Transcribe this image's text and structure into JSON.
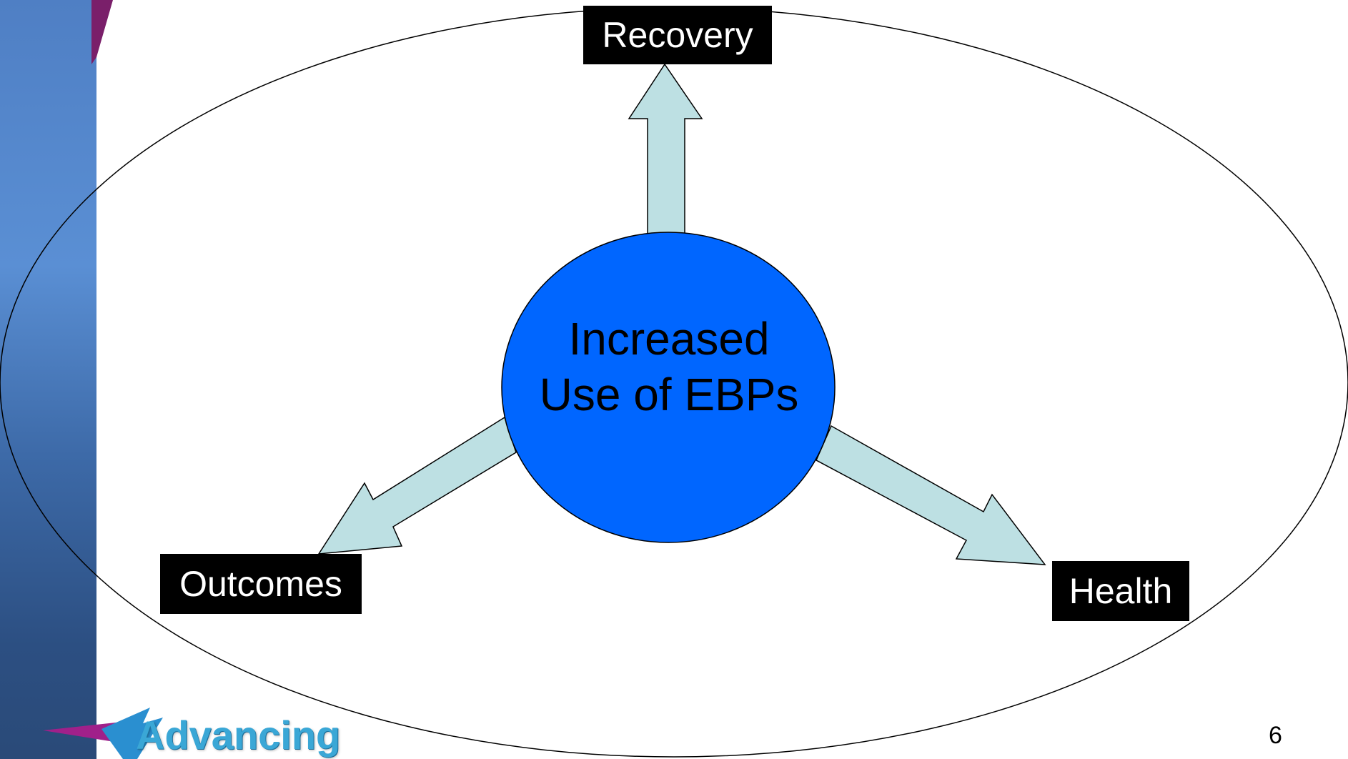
{
  "diagram": {
    "center_label_line1": "Increased",
    "center_label_line2": "Use of EBPs",
    "outcomes": [
      {
        "label": "Recovery"
      },
      {
        "label": "Outcomes"
      },
      {
        "label": "Health"
      }
    ]
  },
  "footer": {
    "logo_text": "Advancing",
    "page_number": "6"
  },
  "colors": {
    "circle_fill": "#0066ff",
    "arrow_fill": "#bde0e3",
    "label_bg": "#000000",
    "sidebar": "#4f7fc4"
  }
}
